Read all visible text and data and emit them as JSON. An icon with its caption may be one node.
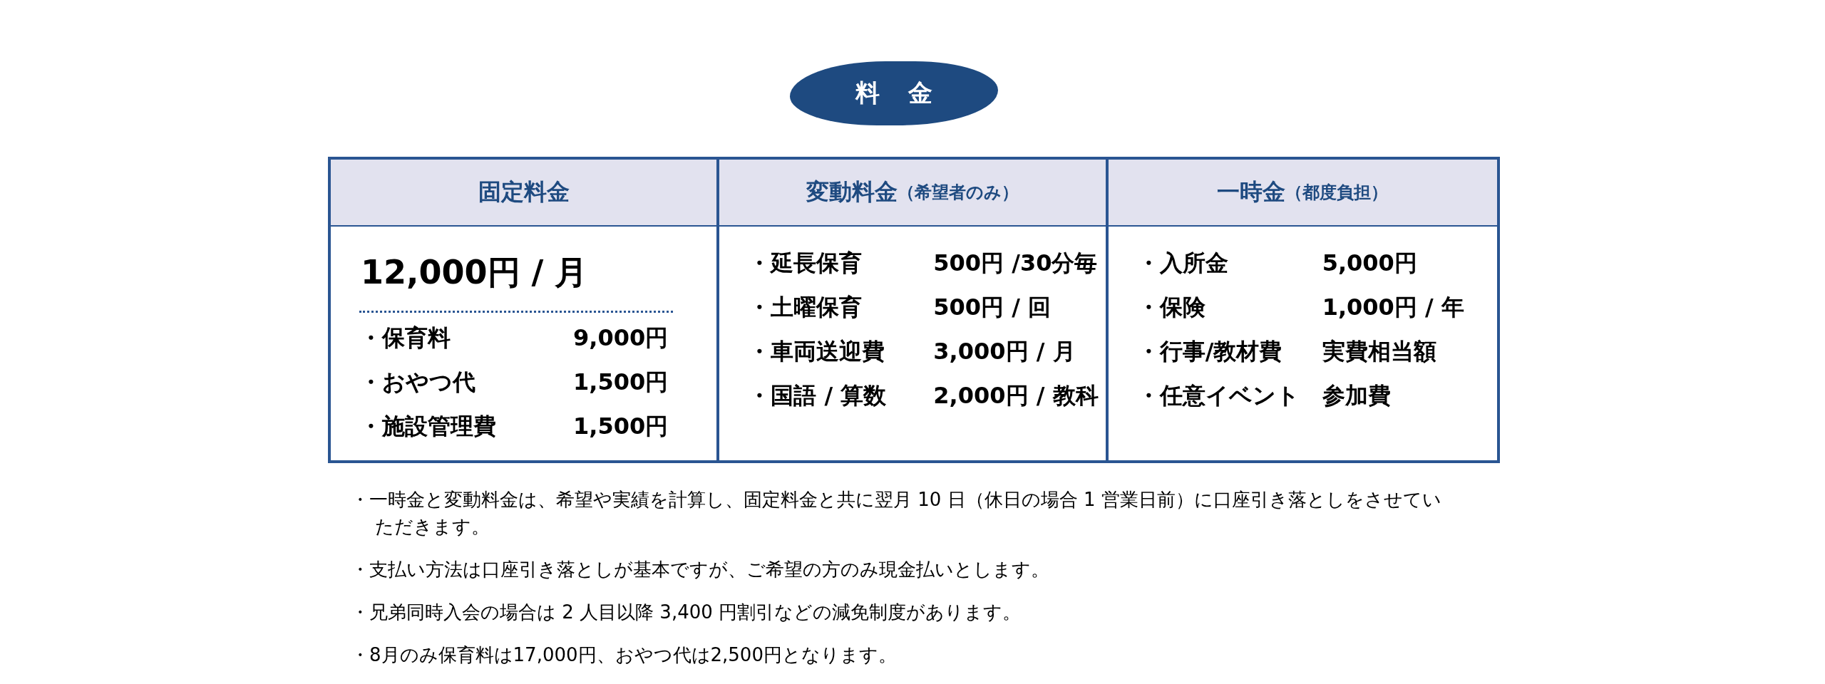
{
  "diagram": {
    "title": "料金",
    "labels": [
      "固定料金",
      "変動料金",
      "（希望者のみ）",
      "一時金",
      "（都度負担）",
      "12,000円 / 月",
      "・保育料",
      "9,000円",
      "・おやつ代",
      "1,500円",
      "・施設管理費",
      "1,500円",
      "・延長保育",
      "500円 /30分毎",
      "・土曜保育",
      "500円 / 回",
      "・車両送迎費",
      "3,000円 / 月",
      "・国語 / 算数",
      "2,000円 / 教科",
      "・入所金",
      "5,000円",
      "・保険",
      "1,000円 / 年",
      "・行事/教材費",
      "実費相当額",
      "・任意イベント",
      "参加費",
      "・一時金と変動料金は、希望や実績を計算し、固定料金と共に翌月 10 日（休日の場合 1 営業日前）に口座引き落としをさせていただきます。",
      "・支払い方法は口座引き落としが基本ですが、ご希望の方のみ現金払いとします。",
      "・兄弟同時入会の場合は 2 人目以降 3,400 円割引などの減免制度があります。",
      "・8月のみ保育料は17,000円、おやつ代は2,500円となります。"
    ]
  }
}
